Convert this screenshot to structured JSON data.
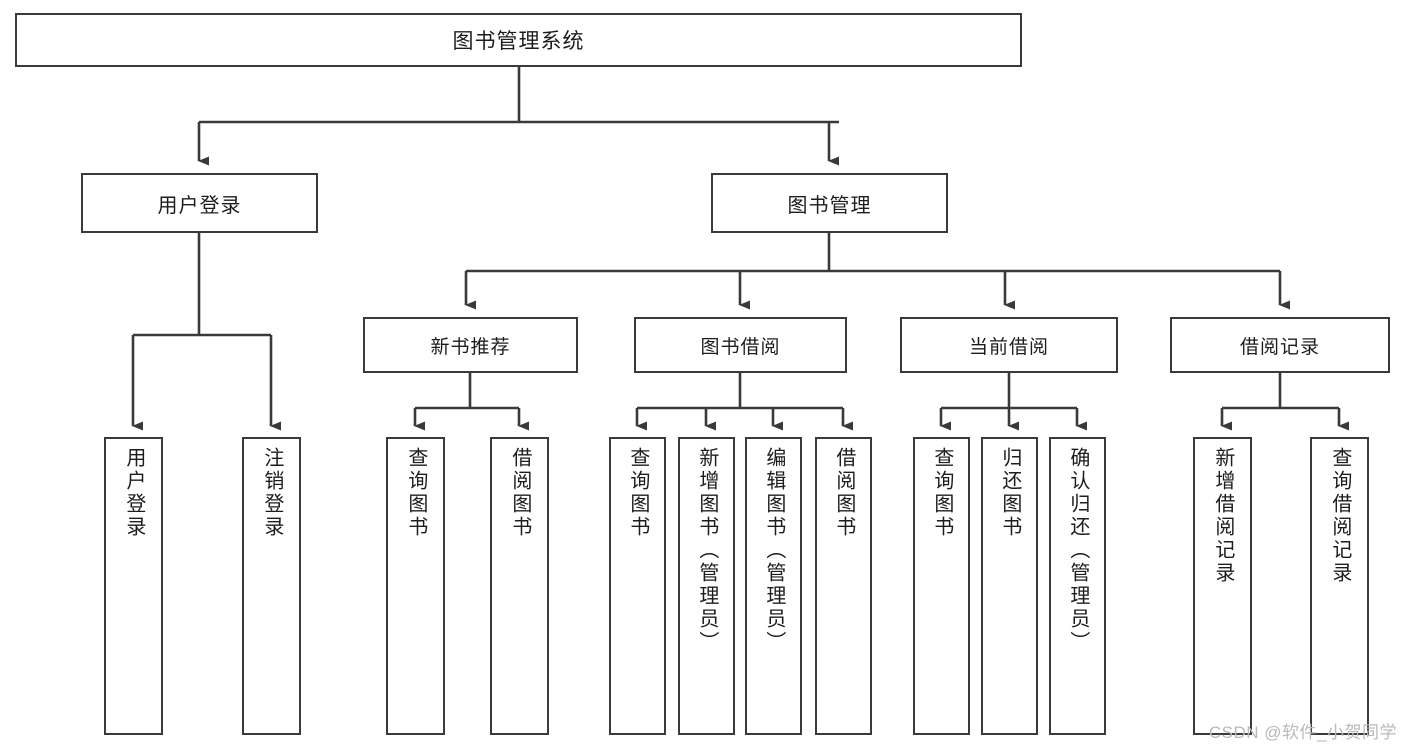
{
  "diagram": {
    "type": "tree-hierarchy",
    "orientation": "top-down",
    "title": "图书管理系统",
    "watermark": "CSDN @软件_小贺同学",
    "line_color": "#3a3a3a",
    "box_fill": "#ffffff",
    "text_color": "#1d1d1d",
    "watermark_color": "#b9b9b9"
  },
  "nodes": {
    "root": {
      "label": "图书管理系统"
    },
    "level1": [
      {
        "id": "user-login",
        "label": "用户登录"
      },
      {
        "id": "book-management",
        "label": "图书管理"
      }
    ],
    "level2": [
      {
        "id": "new-book-recommend",
        "label": "新书推荐"
      },
      {
        "id": "book-borrow",
        "label": "图书借阅"
      },
      {
        "id": "current-borrow",
        "label": "当前借阅"
      },
      {
        "id": "borrow-record",
        "label": "借阅记录"
      }
    ],
    "leaves": {
      "user_login": [
        {
          "id": "leaf-user-login",
          "label": "用户登录"
        },
        {
          "id": "leaf-logout-login",
          "label": "注销登录"
        }
      ],
      "new_book_recommend": [
        {
          "id": "leaf-query-book-1",
          "label": "查询图书"
        },
        {
          "id": "leaf-borrow-book-1",
          "label": "借阅图书"
        }
      ],
      "book_borrow": [
        {
          "id": "leaf-query-book-2",
          "label": "查询图书"
        },
        {
          "id": "leaf-add-book",
          "label": "新增图书（管理员）"
        },
        {
          "id": "leaf-edit-book",
          "label": "编辑图书（管理员）"
        },
        {
          "id": "leaf-borrow-book-2",
          "label": "借阅图书"
        }
      ],
      "current_borrow": [
        {
          "id": "leaf-query-book-3",
          "label": "查询图书"
        },
        {
          "id": "leaf-return-book",
          "label": "归还图书"
        },
        {
          "id": "leaf-confirm-return",
          "label": "确认归还（管理员）"
        }
      ],
      "borrow_record": [
        {
          "id": "leaf-add-record",
          "label": "新增借阅记录"
        },
        {
          "id": "leaf-query-record",
          "label": "查询借阅记录"
        }
      ]
    }
  }
}
